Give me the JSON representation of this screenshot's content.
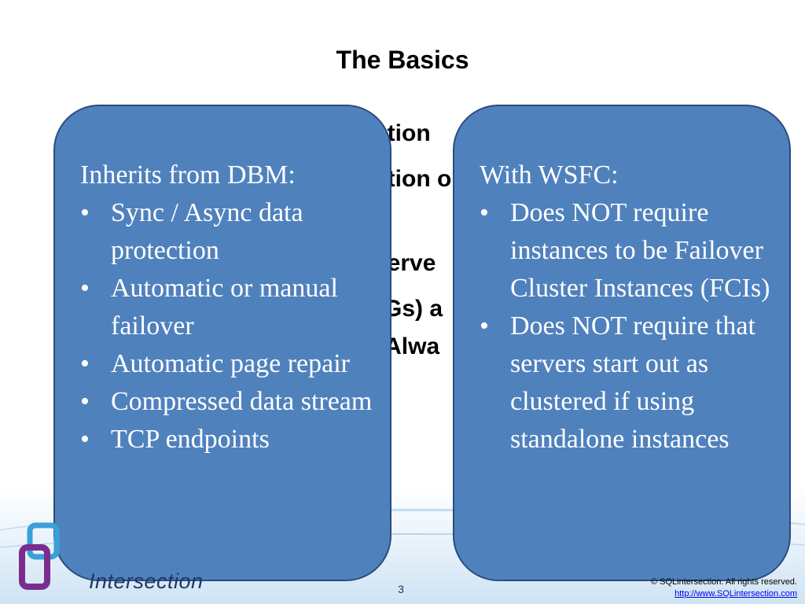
{
  "slide": {
    "title": "The Basics",
    "background_bullets": [
      "ction",
      "ction o",
      "serve",
      "Gs) a",
      "'Alwa"
    ],
    "left_panel": {
      "heading": "Inherits from DBM:",
      "bullets": [
        "Sync / Async data protection",
        "Automatic or manual failover",
        "Automatic page repair",
        "Compressed data stream",
        "TCP endpoints"
      ]
    },
    "right_panel": {
      "heading": "With WSFC:",
      "bullets": [
        "Does NOT require instances to be Failover Cluster Instances (FCIs)",
        "Does NOT require that servers start out as clustered if using standalone instances"
      ]
    },
    "footer": {
      "logo_text": "Intersection",
      "page_number": "3",
      "copyright": "© SQLintersection. All rights reserved.",
      "link": "http://www.SQLintersection.com"
    }
  },
  "colors": {
    "panel_fill": "#4f81bd",
    "panel_border": "#2b4c7e",
    "logo_purple": "#7b2d8e",
    "logo_blue": "#3aa0d8"
  }
}
